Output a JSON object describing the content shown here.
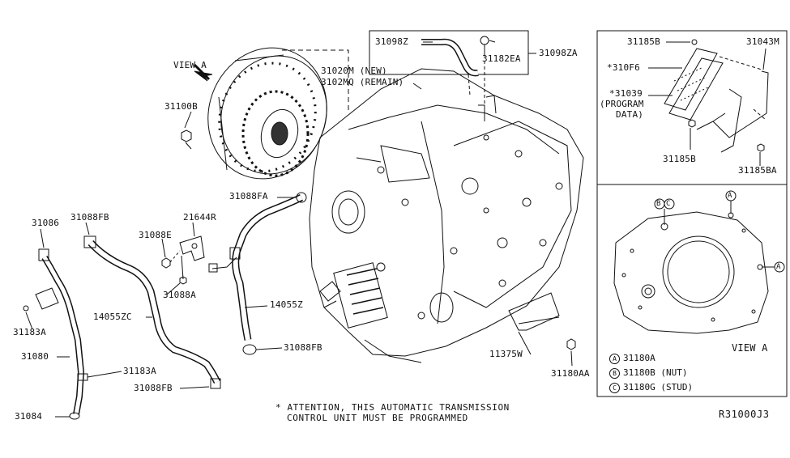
{
  "labels": {
    "view_a_main": "VIEW A",
    "p31100b": "31100B",
    "p31020m_new": "31020M (NEW)",
    "p3102mq_remain": "3102MQ (REMAIN)",
    "p31098z": "31098Z",
    "p31182ea": "31182EA",
    "p31098za": "31098ZA",
    "p31088fa": "31088FA",
    "p31086": "31086",
    "p31088fb_top": "31088FB",
    "p21644r": "21644R",
    "p31088e": "31088E",
    "p31088a": "31088A",
    "p14055z": "14055Z",
    "p14055zc": "14055ZC",
    "p31183a_left": "31183A",
    "p31080": "31080",
    "p31183a_right": "31183A",
    "p31088fb_bottom": "31088FB",
    "p31084": "31084",
    "p31088fb_mid": "31088FB",
    "p11375w": "11375W",
    "p31180aa": "31180AA",
    "p31185b_top": "31185B",
    "p31043m": "31043M",
    "p310f6": "*310F6",
    "p31039": "*31039",
    "program_open": "(PROGRAM",
    "data_close": "DATA)",
    "p31185b_bottom": "31185B",
    "p31185ba": "31185BA",
    "view_a_detail": "VIEW A"
  },
  "callouts": {
    "a": "A",
    "b": "B",
    "c": "C"
  },
  "legend": [
    {
      "mark": "A",
      "text": "31180A"
    },
    {
      "mark": "B",
      "text": "31180B (NUT)"
    },
    {
      "mark": "C",
      "text": "31180G (STUD)"
    }
  ],
  "attention": {
    "line1": "* ATTENTION, THIS AUTOMATIC TRANSMISSION",
    "line2": "CONTROL UNIT MUST BE PROGRAMMED"
  },
  "diagram_code": "R31000J3"
}
